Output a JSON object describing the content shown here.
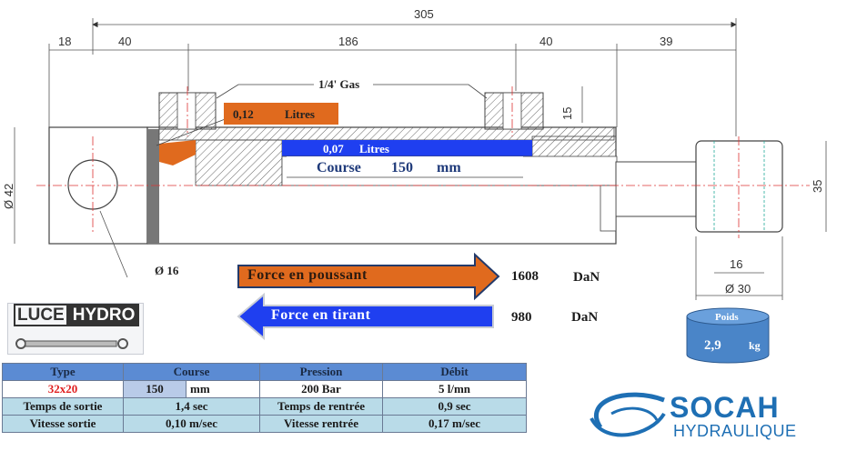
{
  "dimensions": {
    "total_length": "305",
    "d18": "18",
    "d40_left": "40",
    "d186": "186",
    "d40_right": "40",
    "d39": "39",
    "port_height": "15",
    "diam_body": "Ø 42",
    "rod_end_height": "35",
    "pin_hole": "Ø 16",
    "clevis_width": "16",
    "clevis_diam": "Ø 30"
  },
  "labels": {
    "port_thread": "1/4' Gas",
    "volume_push_value": "0,12",
    "volume_push_unit": "Litres",
    "volume_pull_value": "0,07",
    "volume_pull_unit": "Litres",
    "stroke_label": "Course",
    "stroke_value": "150",
    "stroke_unit": "mm"
  },
  "forces": {
    "push_label": "Force en poussant",
    "push_value": "1608",
    "push_unit": "DaN",
    "pull_label": "Force en tirant",
    "pull_value": "980",
    "pull_unit": "DaN"
  },
  "weight": {
    "label": "Poids",
    "value": "2,9",
    "unit": "kg"
  },
  "logos": {
    "luce": "LUCE",
    "hydro": "HYDRO",
    "socah": "SOCAH",
    "socah_sub": "HYDRAULIQUE"
  },
  "table": {
    "headers": [
      "Type",
      "Course",
      "Pression",
      "Débit"
    ],
    "type_value": "32x20",
    "course_value": "150",
    "course_unit": "mm",
    "pression_value": "200 Bar",
    "debit_value": "5 l/mn",
    "temps_sortie_label": "Temps de sortie",
    "temps_sortie_value": "1,4 sec",
    "temps_rentree_label": "Temps de rentrée",
    "temps_rentree_value": "0,9 sec",
    "vitesse_sortie_label": "Vitesse sortie",
    "vitesse_sortie_value": "0,10 m/sec",
    "vitesse_rentree_label": "Vitesse rentrée",
    "vitesse_rentree_value": "0,17 m/sec"
  },
  "colors": {
    "push_arrow": "#e06a1e",
    "pull_arrow": "#1f3ff0",
    "table_header": "#5b8bd3",
    "table_row": "#b9dbe8",
    "brand_blue": "#1e6fb4"
  }
}
